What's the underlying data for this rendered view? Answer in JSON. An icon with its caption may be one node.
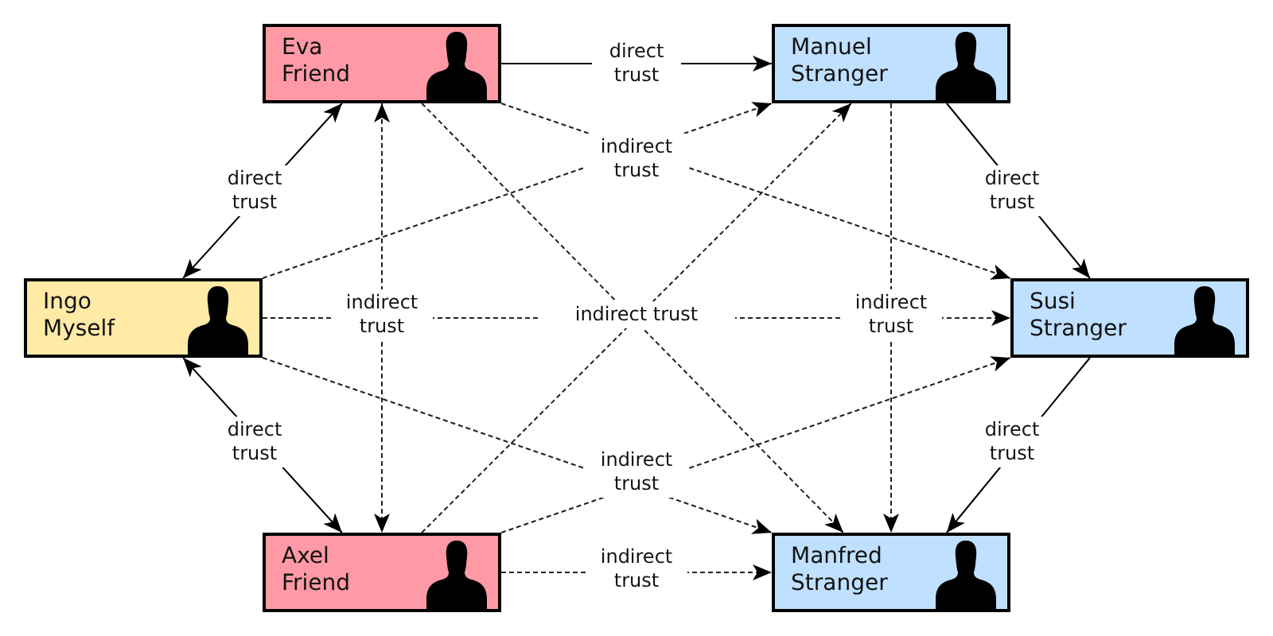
{
  "diagram": {
    "nodes": [
      {
        "text": [
          "Eva",
          "Friend"
        ]
      },
      {
        "text": [
          "Manuel",
          "Stranger"
        ]
      },
      {
        "text": [
          "Ingo",
          "Myself"
        ]
      },
      {
        "text": [
          "Susi",
          "Stranger"
        ]
      },
      {
        "text": [
          "Axel",
          "Friend"
        ]
      },
      {
        "text": [
          "Manfred",
          "Stranger"
        ]
      }
    ],
    "edges": [
      {
        "from": 0,
        "to": 1,
        "arrow": "to",
        "label": "direct trust"
      },
      {
        "from": 2,
        "to": 0,
        "arrow": "both",
        "label": "direct trust"
      },
      {
        "from": 1,
        "to": 3,
        "arrow": "to",
        "label": "direct trust"
      },
      {
        "from": 2,
        "to": 4,
        "arrow": "both",
        "label": "direct trust"
      },
      {
        "from": 3,
        "to": 5,
        "arrow": "to",
        "label": "direct trust"
      },
      {
        "from": 0,
        "to": 3,
        "arrow": "to",
        "style": "dashed",
        "label": "indirect trust"
      },
      {
        "from": 2,
        "to": 1,
        "arrow": "to",
        "style": "dashed"
      },
      {
        "from": 0,
        "to": 4,
        "arrow": "both",
        "style": "dashed",
        "label": "indirect trust"
      },
      {
        "from": 2,
        "to": 3,
        "arrow": "to",
        "style": "dashed",
        "label": "indirect trust"
      },
      {
        "from": 1,
        "to": 5,
        "arrow": "to",
        "style": "dashed",
        "label": "indirect trust"
      },
      {
        "from": 0,
        "to": 5,
        "arrow": "to",
        "style": "dashed"
      },
      {
        "from": 4,
        "to": 1,
        "arrow": "to",
        "style": "dashed"
      },
      {
        "from": 2,
        "to": 5,
        "arrow": "to",
        "style": "dashed",
        "label": "indirect trust"
      },
      {
        "from": 4,
        "to": 3,
        "arrow": "to",
        "style": "dashed"
      },
      {
        "from": 4,
        "to": 5,
        "arrow": "to",
        "style": "dashed",
        "label": "indirect trust"
      }
    ]
  }
}
